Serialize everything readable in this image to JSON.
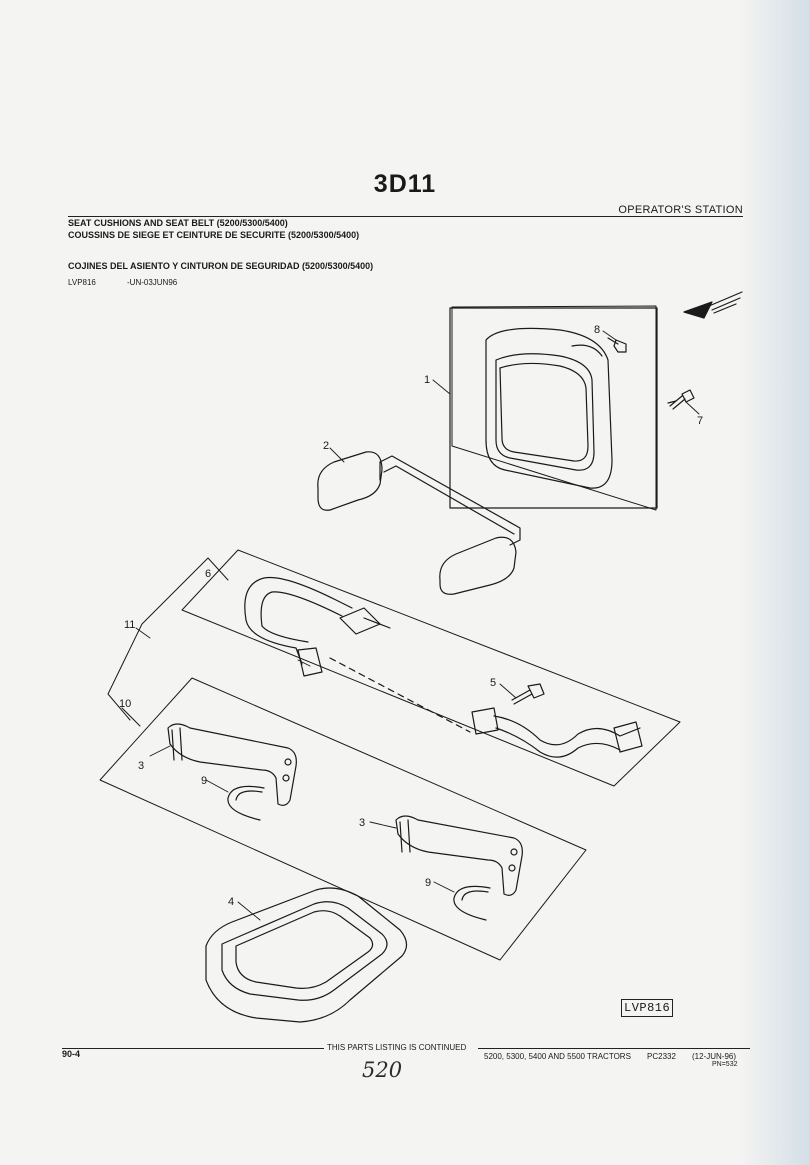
{
  "header": {
    "page_code": "3D11",
    "section": "OPERATOR'S STATION",
    "title_en": "SEAT CUSHIONS AND SEAT BELT (5200/5300/5400)",
    "title_fr": "COUSSINS DE SIEGE ET CEINTURE DE SECURITE (5200/5300/5400)",
    "title_es": "COJINES DEL ASIENTO Y CINTURON DE SEGURIDAD (5200/5300/5400)",
    "ref_id": "LVP816",
    "ref_date": "-UN-03JUN96"
  },
  "diagram": {
    "callouts": [
      "1",
      "2",
      "3",
      "3",
      "4",
      "5",
      "6",
      "7",
      "8",
      "9",
      "9",
      "10",
      "11"
    ],
    "figure_label": "LVP816"
  },
  "footer": {
    "page_number": "90-4",
    "continued": "THIS PARTS LISTING IS CONTINUED",
    "tractors": "5200, 5300, 5400 AND 5500 TRACTORS",
    "pc": "PC2332",
    "date": "(12-JUN-96)",
    "pn": "PN=532",
    "handwritten": "520"
  },
  "colors": {
    "ink": "#1a1a1a",
    "paper": "#f4f4f2",
    "edge_tint": "#baccde"
  }
}
